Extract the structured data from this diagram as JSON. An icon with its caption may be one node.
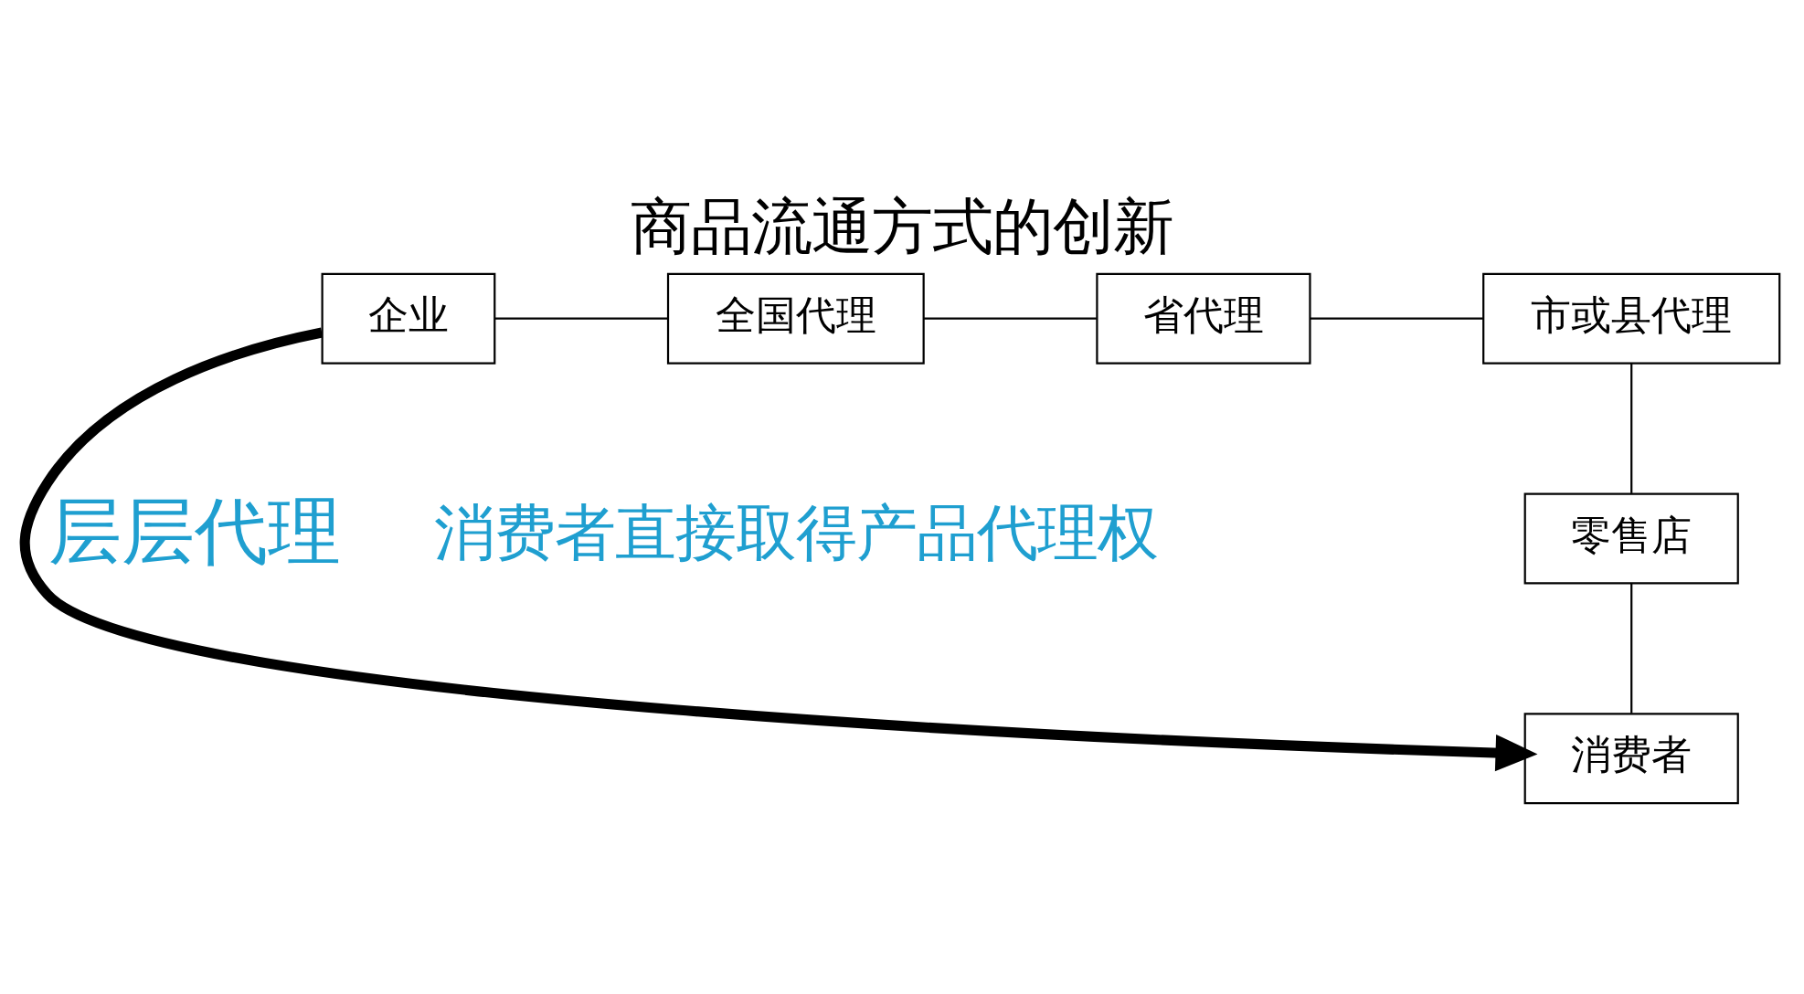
{
  "diagram": {
    "title": "商品流通方式的创新",
    "nodes": [
      {
        "text": [
          "企业"
        ]
      },
      {
        "text": [
          "全国代理"
        ]
      },
      {
        "text": [
          "省代理"
        ]
      },
      {
        "text": [
          "市或县代理"
        ]
      },
      {
        "text": [
          "零售店"
        ]
      },
      {
        "text": [
          "消费者"
        ]
      }
    ],
    "edges": [
      {
        "from": 0,
        "to": 1,
        "arrow": "none"
      },
      {
        "from": 1,
        "to": 2,
        "arrow": "none"
      },
      {
        "from": 2,
        "to": 3,
        "arrow": "none"
      },
      {
        "from": 3,
        "to": 4,
        "arrow": "none"
      },
      {
        "from": 4,
        "to": 5,
        "arrow": "none"
      },
      {
        "from": 0,
        "to": 5,
        "arrow": "to",
        "style": "thick",
        "label": "层层代理"
      }
    ],
    "labels": [
      "消费者直接取得产品代理权"
    ]
  }
}
